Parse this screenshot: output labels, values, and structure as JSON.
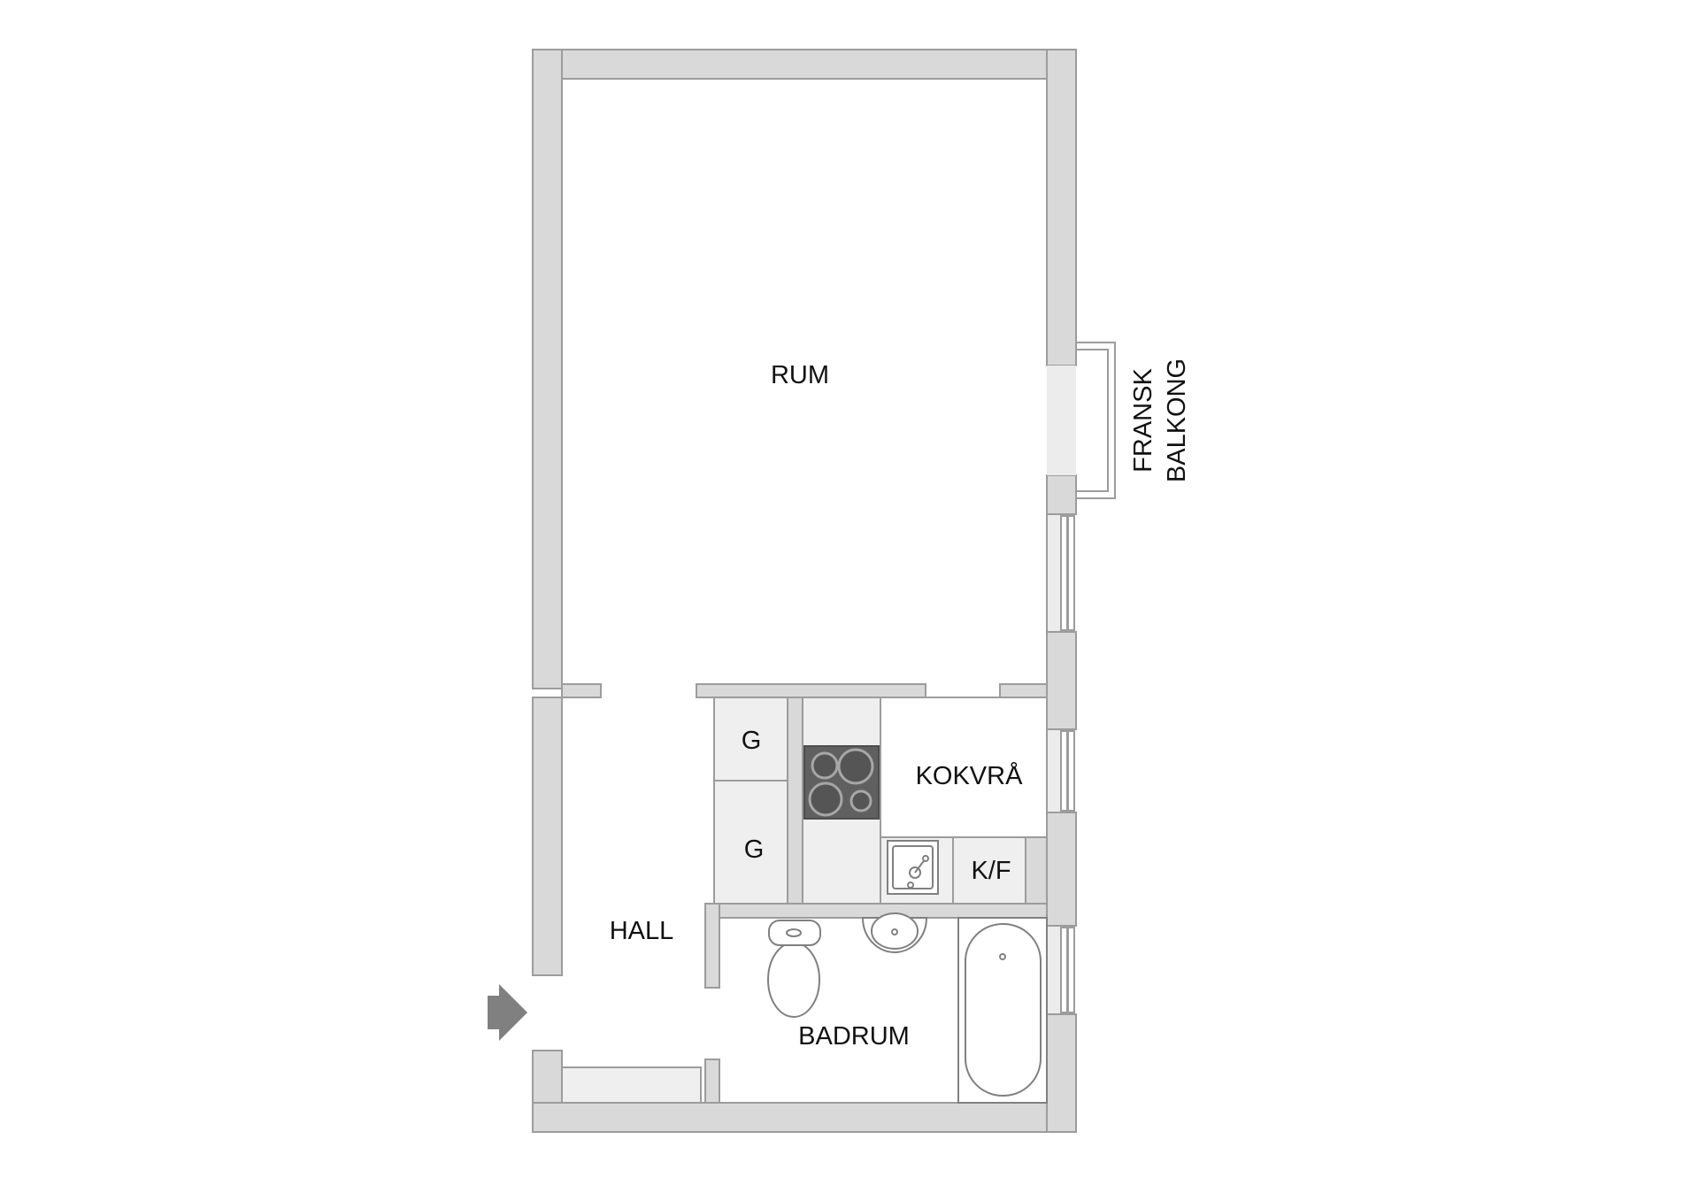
{
  "rooms": {
    "rum": "RUM",
    "balcony_line1": "FRANSK",
    "balcony_line2": "BALKONG",
    "closet_top": "G",
    "closet_bottom": "G",
    "kitchen": "KOKVRÅ",
    "fridge": "K/F",
    "hall": "HALL",
    "bathroom": "BADRUM"
  },
  "colors": {
    "wall_fill": "#d9d9d9",
    "wall_stroke": "#9c9c9c",
    "fixture_fill": "#efefef",
    "hob": "#606060",
    "hob_ring": "#a7a7a7",
    "entrance_arrow": "#808080"
  }
}
